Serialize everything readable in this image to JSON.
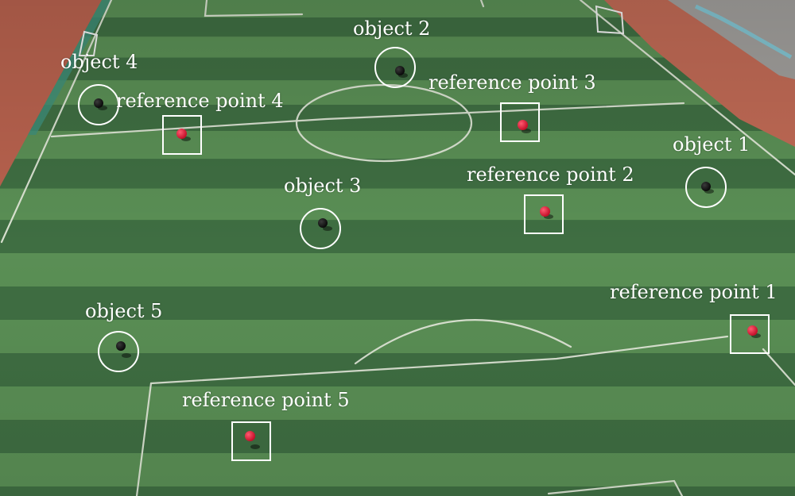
{
  "scene": {
    "colors": {
      "turf_light": "#5a8f55",
      "turf_dark": "#3f6e42",
      "track": "#b8624e",
      "line": "#e8ecdf",
      "object_ball": "#111111",
      "reference_ball": "#d81b3a"
    }
  },
  "objects": [
    {
      "id": "object-1",
      "label": "object 1"
    },
    {
      "id": "object-2",
      "label": "object 2"
    },
    {
      "id": "object-3",
      "label": "object 3"
    },
    {
      "id": "object-4",
      "label": "object 4"
    },
    {
      "id": "object-5",
      "label": "object 5"
    }
  ],
  "reference_points": [
    {
      "id": "reference-point-1",
      "label": "reference point 1"
    },
    {
      "id": "reference-point-2",
      "label": "reference point 2"
    },
    {
      "id": "reference-point-3",
      "label": "reference point 3"
    },
    {
      "id": "reference-point-4",
      "label": "reference point 4"
    },
    {
      "id": "reference-point-5",
      "label": "reference point 5"
    }
  ]
}
